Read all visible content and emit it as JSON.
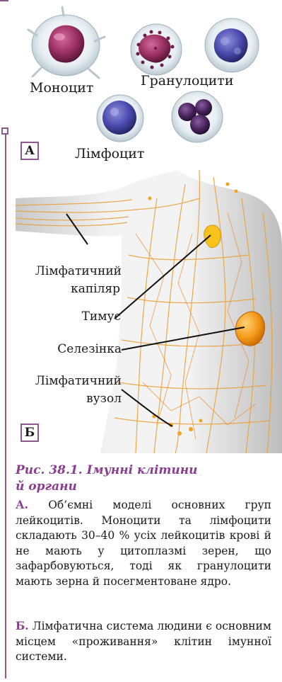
{
  "labels": {
    "monocyte": "Моноцит",
    "granulocytes": "Гранулоцити",
    "lymphocyte": "Лімфоцит",
    "panel_a": "А",
    "panel_b": "Б",
    "lymph_capillary_1": "Лімфатичний",
    "lymph_capillary_2": "капіляр",
    "thymus": "Тимус",
    "spleen": "Селезінка",
    "lymph_node_1": "Лімфатичний",
    "lymph_node_2": "вузол"
  },
  "caption": {
    "title_line1": "Рис. 38.1. Імунні клітини",
    "title_line2": "й органи",
    "a_lead": "А.",
    "a_text": " Об’ємні моделі основних груп лейкоцитів. Моноцити та лімфоцити складають 30–40 % усіх лейкоцитів крові й не мають у цитоплазмі зерен, що зафарбовуються, тоді як гранулоцити мають зерна й посегментоване ядро.",
    "b_lead": "Б.",
    "b_text": " Лімфатична система людини є основним місцем «проживання» клітин імунної системи."
  },
  "colors": {
    "accent": "#8a3f8e",
    "rule": "#8a5a8e",
    "lymph": "#e8a23a",
    "organ": "#f2a21c"
  }
}
